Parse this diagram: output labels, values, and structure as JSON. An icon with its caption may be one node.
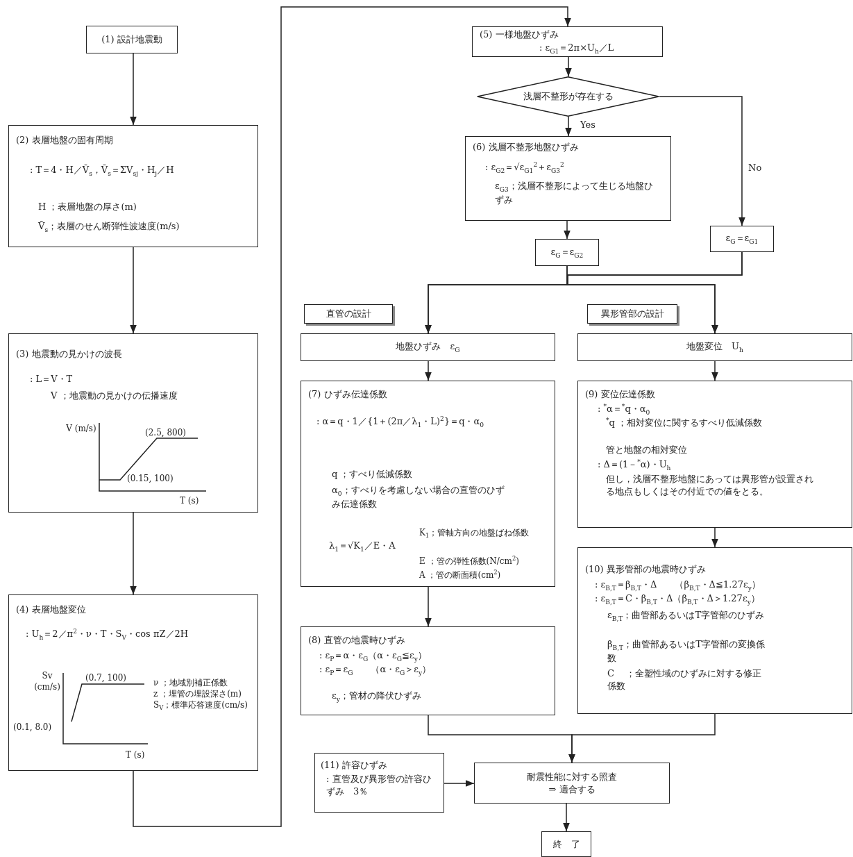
{
  "diagram": {
    "nodes": [
      {
        "text": [
          "(1) 設計地震動"
        ]
      },
      {
        "text": [
          "(2) 表層地盤の固有周期",
          ": T＝4・H／V̄$_{s}$，V̄$_{s}$＝ΣV$_{sj}$・H$_{j}$／H",
          "H ；表層地盤の厚さ(m)",
          "V̄$_{s}$；表層のせん断弾性波速度(m/s)"
        ]
      },
      {
        "text": [
          "(3) 地震動の見かけの波長",
          ": L＝V・T",
          "V ；地震動の見かけの伝播速度",
          "V (m/s)",
          "(2.5, 800)",
          "(0.15, 100)",
          "T (s)"
        ]
      },
      {
        "text": [
          "(4) 表層地盤変位",
          ": U$_{h}$＝2／π$^{2}$・ν・T・S$_{V}$・cos πZ／2H",
          "Sv (cm/s)",
          "(0.7, 100)",
          "(0.1, 8.0)",
          "T (s)",
          "ν ；地域別補正係数",
          "z ；埋管の埋設深さ(m)",
          "S$_{V}$；標準応答速度(cm/s)"
        ]
      },
      {
        "text": [
          "(5) 一様地盤ひずみ",
          ": ε$_{G1}$＝2π×U$_{h}$／L"
        ]
      },
      {
        "text": [
          "浅層不整形が存在する"
        ]
      },
      {
        "text": [
          "(6) 浅層不整形地盤ひずみ",
          ": ε$_{G2}$＝√ε$_{G1}$$^{2}$＋ε$_{G3}$$^{2}$",
          "ε$_{G3}$；浅層不整形によって生じる地盤ひずみ"
        ]
      },
      {
        "text": [
          "ε$_{G}$＝ε$_{G2}$"
        ]
      },
      {
        "text": [
          "ε$_{G}$＝ε$_{G1}$"
        ]
      },
      {
        "text": [
          "直管の設計"
        ]
      },
      {
        "text": [
          "異形管部の設計"
        ]
      },
      {
        "text": [
          "地盤ひずみ　ε$_{G}$"
        ]
      },
      {
        "text": [
          "地盤変位　U$_{h}$"
        ]
      },
      {
        "text": [
          "(7) ひずみ伝達係数",
          ": α＝q・1／{1＋(2π／λ$_{1}$・L)$^{2}$}＝q・α$_{0}$",
          "q ；すべり低減係数",
          "α$_{0}$；すべりを考慮しない場合の直管のひずみ伝達係数",
          "λ$_{1}$＝√K$_{1}$／E・A",
          "K$_{1}$；管軸方向の地盤ばね係数",
          "E ；管の弾性係数(N/cm$^{2}$)",
          "A ；管の断面積(cm$^{2}$)"
        ]
      },
      {
        "text": [
          "(9) 変位伝達係数",
          ": $^{*}$α＝$^{*}$q・α$_{0}$",
          "$^{*}$q ；相対変位に関するすべり低減係数",
          "管と地盤の相対変位",
          ": Δ＝(1－$^{*}$α)・U$_{h}$",
          "但し，浅層不整形地盤にあっては異形管が設置される地点もしくはその付近での値をとる。"
        ]
      },
      {
        "text": [
          "(8) 直管の地震時ひずみ",
          ": ε$_{P}$＝α・ε$_{G}$（α・ε$_{G}$≦ε$_{y}$）",
          ": ε$_{P}$＝ε$_{G}$　　（α・ε$_{G}$＞ε$_{y}$）",
          "ε$_{y}$；管材の降伏ひずみ"
        ]
      },
      {
        "text": [
          "(10) 異形管部の地震時ひずみ",
          ": ε$_{B,T}$＝β$_{B,T}$・Δ　　（β$_{B,T}$・Δ≦1.27ε$_{y}$）",
          ": ε$_{B,T}$＝C・β$_{B,T}$・Δ（β$_{B,T}$・Δ＞1.27ε$_{y}$）",
          "ε$_{B,T}$；曲管部あるいはT字管部のひずみ",
          "β$_{B,T}$；曲管部あるいはT字管部の変換係数",
          "C　 ；全塑性域のひずみに対する修正係数"
        ]
      },
      {
        "text": [
          "(11) 許容ひずみ",
          ": 直管及び異形管の許容ひずみ　3％"
        ]
      },
      {
        "text": [
          "耐震性能に対する照査",
          "⇒ 適合する"
        ]
      },
      {
        "text": [
          "終　了"
        ]
      }
    ],
    "edges": [
      {
        "from": 0,
        "to": 1,
        "arrow": "to"
      },
      {
        "from": 1,
        "to": 2,
        "arrow": "to"
      },
      {
        "from": 2,
        "to": 3,
        "arrow": "to"
      },
      {
        "from": 3,
        "to": 4,
        "arrow": "to"
      },
      {
        "from": 4,
        "to": 5,
        "arrow": "to"
      },
      {
        "from": 5,
        "to": 6,
        "arrow": "to",
        "label": "Yes"
      },
      {
        "from": 5,
        "to": 8,
        "arrow": "to",
        "label": "No"
      },
      {
        "from": 6,
        "to": 7,
        "arrow": "to"
      },
      {
        "from": 7,
        "to": 11,
        "arrow": "to"
      },
      {
        "from": 7,
        "to": 12,
        "arrow": "to"
      },
      {
        "from": 8,
        "to": 11,
        "arrow": "to"
      },
      {
        "from": 8,
        "to": 12,
        "arrow": "to"
      },
      {
        "from": 11,
        "to": 13,
        "arrow": "to"
      },
      {
        "from": 12,
        "to": 14,
        "arrow": "to"
      },
      {
        "from": 13,
        "to": 15,
        "arrow": "to"
      },
      {
        "from": 14,
        "to": 16,
        "arrow": "to"
      },
      {
        "from": 15,
        "to": 18,
        "arrow": "to"
      },
      {
        "from": 16,
        "to": 18,
        "arrow": "to"
      },
      {
        "from": 17,
        "to": 18,
        "arrow": "to"
      },
      {
        "from": 18,
        "to": 19,
        "arrow": "to"
      }
    ]
  }
}
